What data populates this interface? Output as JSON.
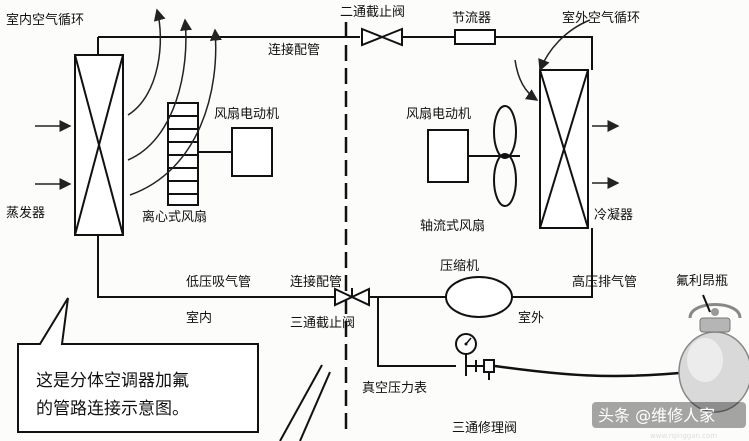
{
  "labels": {
    "indoor_air_cycle": "室内空气循环",
    "two_way_valve": "二通截止阀",
    "throttle": "节流器",
    "outdoor_air_cycle": "室外空气循环",
    "connecting_pipe_top": "连接配管",
    "fan_motor_left": "风扇电动机",
    "fan_motor_right": "风扇电动机",
    "evaporator": "蒸发器",
    "centrifugal_fan": "离心式风扇",
    "axial_fan": "轴流式风扇",
    "condenser": "冷凝器",
    "compressor": "压缩机",
    "low_pressure_suction_pipe": "低压吸气管",
    "connecting_pipe_bottom": "连接配管",
    "high_pressure_discharge_pipe": "高压排气管",
    "freon_bottle": "氟利昂瓶",
    "indoor": "室内",
    "three_way_valve": "三通截止阀",
    "outdoor": "室外",
    "vacuum_gauge": "真空压力表",
    "three_way_service_valve": "三通修理阀"
  },
  "note": {
    "line1": "这是分体空调器加氟",
    "line2": "的管路连接示意图。"
  },
  "watermark": {
    "main": "头条 @维修人家",
    "sub": "www.rqinggan.com"
  }
}
